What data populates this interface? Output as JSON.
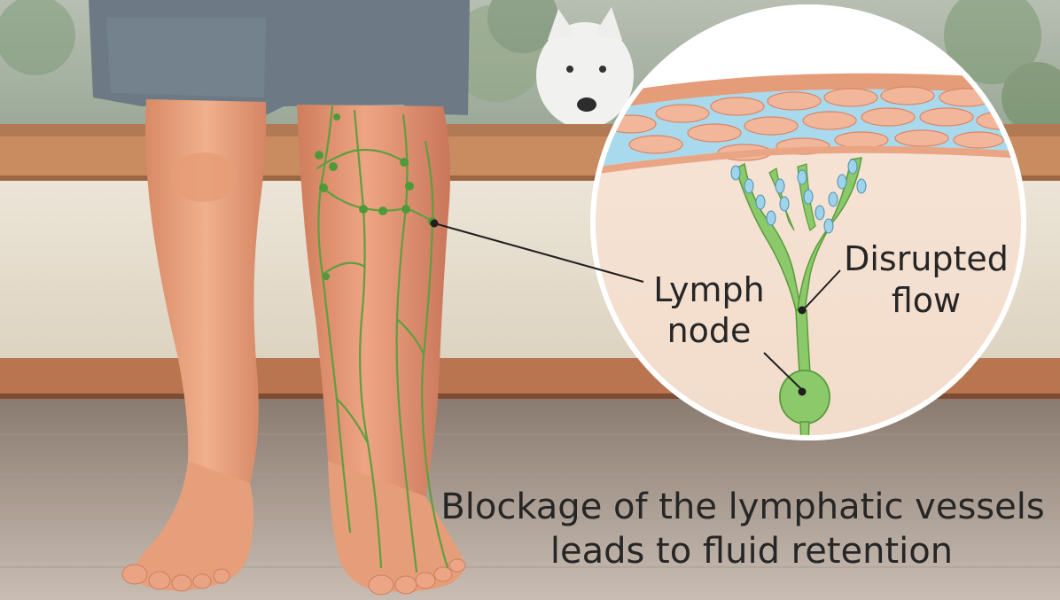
{
  "labels": {
    "lymph_node": [
      "Lymph",
      "node"
    ],
    "disrupted_flow": [
      "Disrupted",
      "flow"
    ]
  },
  "caption": {
    "line1": "Blockage of the lymphatic vessels",
    "line2": "leads to fluid retention"
  },
  "colors": {
    "lymph_green": "#6fb04a",
    "lymph_node_green": "#4f9a38",
    "skin": "#e8a17d",
    "vessel_blue": "#9fd3ea",
    "text": "#262626"
  },
  "icons": [
    "dog-figure",
    "lymph-node-icon"
  ]
}
